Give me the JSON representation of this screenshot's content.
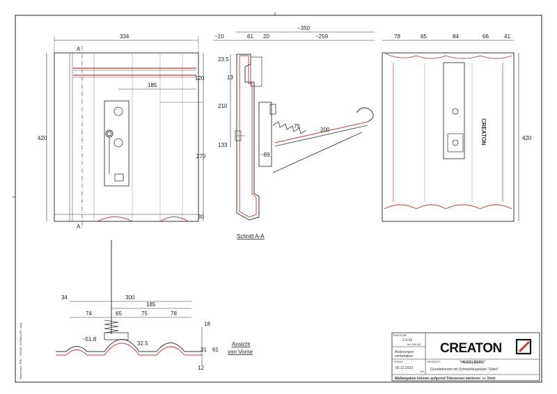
{
  "views": {
    "plan": {
      "dims_top": [
        "334"
      ],
      "section_marks": [
        "A",
        "A"
      ],
      "dims_right": [
        "120",
        "185",
        "270",
        "30"
      ],
      "dim_left": "420"
    },
    "section": {
      "label": "Schnitt A-A",
      "dims_top": [
        "~350",
        "~10",
        "61",
        "20",
        "~259"
      ],
      "dims_left": [
        "23.5",
        "13",
        "210",
        "133"
      ],
      "dims_inner": [
        "75",
        "200",
        "~89"
      ]
    },
    "back": {
      "dims_top": [
        "78",
        "65",
        "84",
        "66",
        "41"
      ],
      "dim_right": "420",
      "brand_mark": "CREATON"
    },
    "front": {
      "label_line1": "Ansicht",
      "label_line2": "von Vorne",
      "dims_top": [
        "34",
        "300",
        "185",
        "74",
        "65",
        "75",
        "78"
      ],
      "dims_inner": [
        "~51.8",
        "32.5"
      ],
      "dims_right": [
        "18",
        "31",
        "61",
        "12"
      ]
    }
  },
  "side_text": "Dateiname: PRD - GS468_GrGitter.pdf / .dwg",
  "title_block": {
    "version_label": "MAßSTAB",
    "version": "1:3.33",
    "version_note": "bei DIN A3",
    "changes_line1": "Änderungen",
    "changes_line2": "vorbehalten",
    "date_label": "STAND:",
    "date": "06.12.2023",
    "date_suffix": "Rs",
    "product_label": "PRODUKT:",
    "product_name": "\"HEIDELBERG\"",
    "product_desc": "Grundelement mit Schneefangstütze \"Gitter\"",
    "brand": "CREATON",
    "footer": "Maßangaben können aufgrund Toleranzen variieren: +/- 5mm"
  }
}
